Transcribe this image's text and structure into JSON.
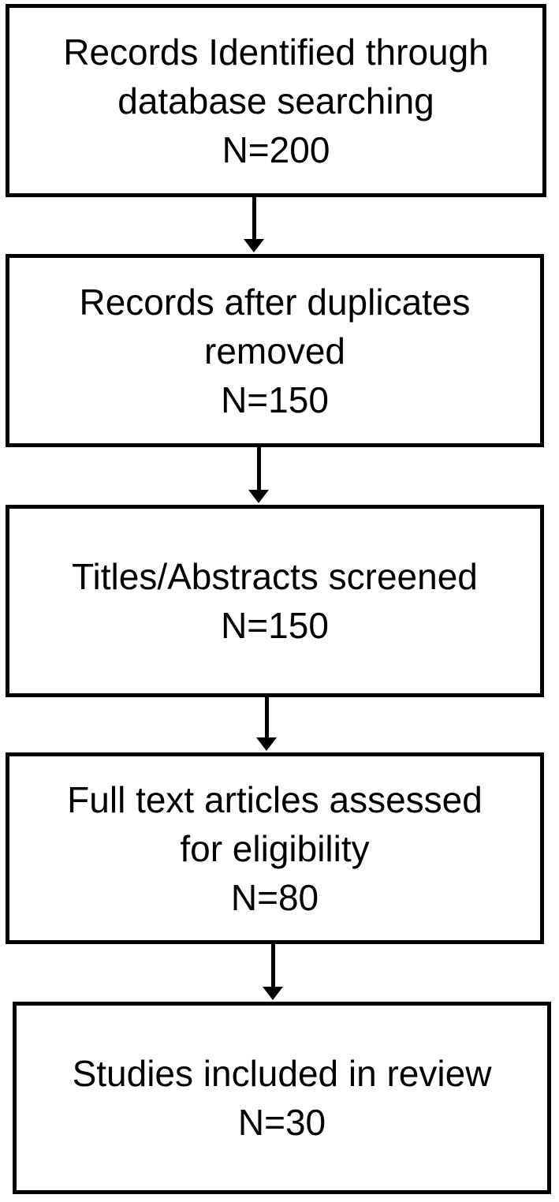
{
  "diagram": {
    "type": "flowchart",
    "colors": {
      "line": "#000000",
      "background": "#ffffff",
      "text": "#000000"
    },
    "boxes": [
      {
        "id": "records-identified",
        "lines": [
          "Records Identified through",
          "database searching",
          "N=200"
        ],
        "label": "Records Identified through database searching",
        "count": 200
      },
      {
        "id": "duplicates-removed",
        "lines": [
          "Records after duplicates",
          "removed",
          "N=150"
        ],
        "label": "Records after duplicates removed",
        "count": 150
      },
      {
        "id": "titles-abstracts-screened",
        "lines": [
          "Titles/Abstracts screened",
          "N=150"
        ],
        "label": "Titles/Abstracts screened",
        "count": 150
      },
      {
        "id": "fulltext-assessed",
        "lines": [
          "Full text articles assessed",
          "for eligibility",
          "N=80"
        ],
        "label": "Full text articles assessed for eligibility",
        "count": 80
      },
      {
        "id": "studies-included",
        "lines": [
          "Studies included in review",
          "N=30"
        ],
        "label": "Studies included in review",
        "count": 30
      }
    ],
    "arrows": [
      {
        "from": "records-identified",
        "to": "duplicates-removed",
        "direction": "down"
      },
      {
        "from": "duplicates-removed",
        "to": "titles-abstracts-screened",
        "direction": "down"
      },
      {
        "from": "titles-abstracts-screened",
        "to": "fulltext-assessed",
        "direction": "down"
      },
      {
        "from": "fulltext-assessed",
        "to": "studies-included",
        "direction": "down"
      }
    ]
  }
}
